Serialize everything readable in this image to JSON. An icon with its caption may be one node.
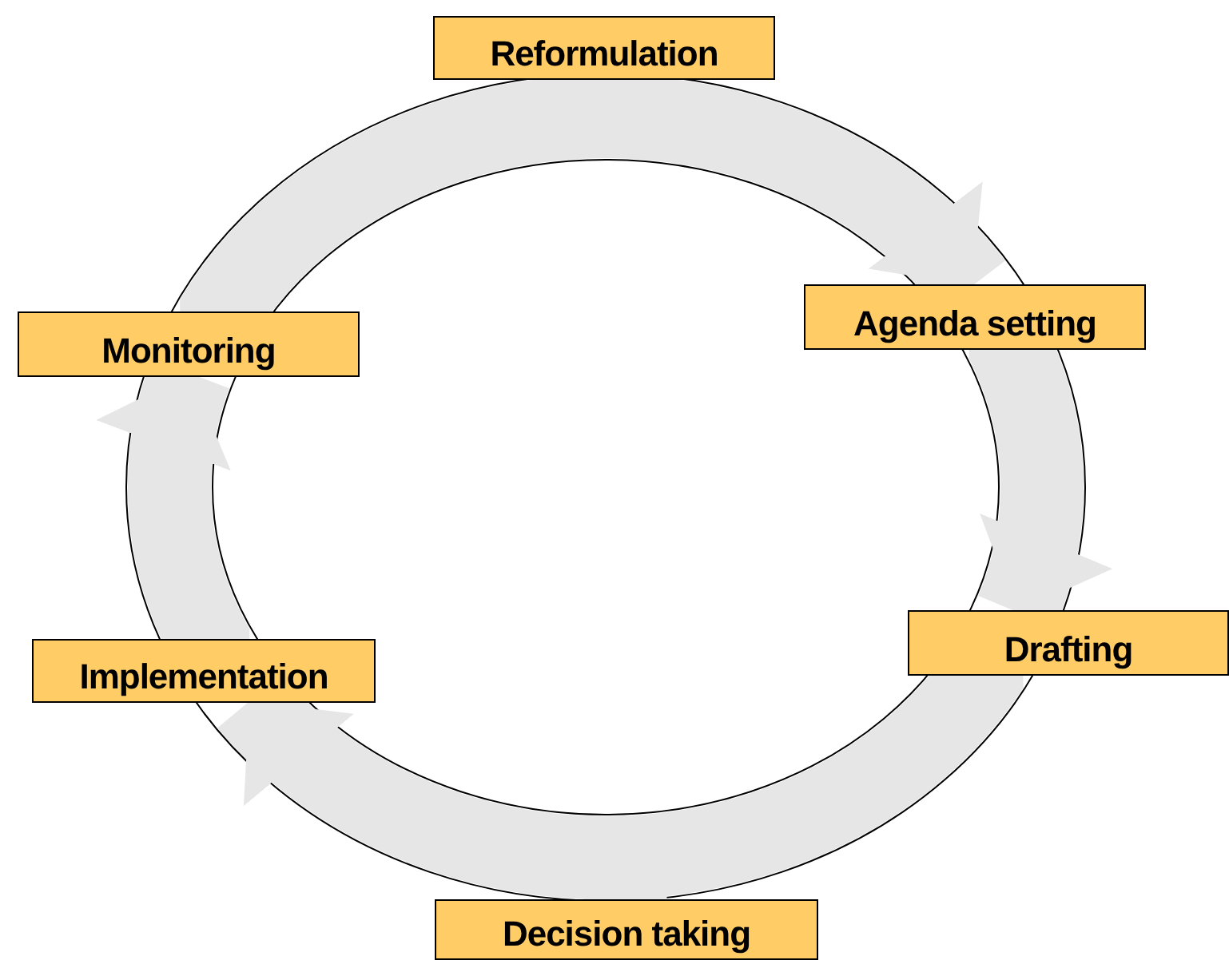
{
  "diagram": {
    "nodes": [
      {
        "text": [
          "Reformulation"
        ]
      },
      {
        "text": [
          "Agenda setting"
        ]
      },
      {
        "text": [
          "Drafting"
        ]
      },
      {
        "text": [
          "Decision taking"
        ]
      },
      {
        "text": [
          "Implementation"
        ]
      },
      {
        "text": [
          "Monitoring"
        ]
      }
    ],
    "edges": [
      {
        "from": 0,
        "to": 1,
        "arrow": "to"
      },
      {
        "from": 1,
        "to": 2,
        "arrow": "to"
      },
      {
        "from": 2,
        "to": 3,
        "arrow": "to"
      },
      {
        "from": 3,
        "to": 4,
        "arrow": "to"
      },
      {
        "from": 4,
        "to": 5,
        "arrow": "to"
      },
      {
        "from": 5,
        "to": 0,
        "arrow": "to"
      }
    ]
  }
}
